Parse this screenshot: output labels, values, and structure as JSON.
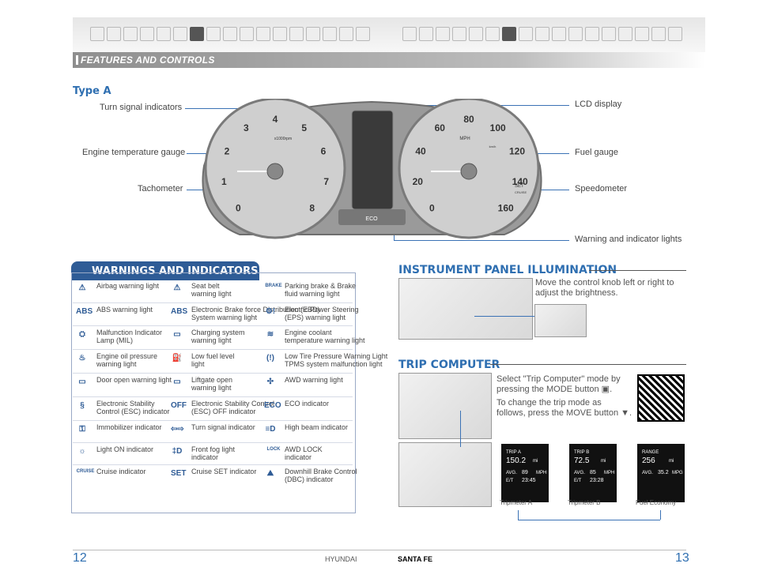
{
  "header": {
    "section": "FEATURES AND CONTROLS"
  },
  "diagram": {
    "type_label": "Type A",
    "callouts": {
      "turn_signal": "Turn signal indicators",
      "engine_temp": "Engine temperature gauge",
      "tachometer": "Tachometer",
      "lcd": "LCD display",
      "fuel": "Fuel gauge",
      "speedometer": "Speedometer",
      "warning_lights": "Warning and indicator lights"
    },
    "tach_ticks": [
      "0",
      "1",
      "2",
      "3",
      "4",
      "5",
      "6",
      "7",
      "8"
    ],
    "tach_unit": "x1000rpm",
    "speed_ticks": [
      "0",
      "20",
      "40",
      "60",
      "80",
      "100",
      "120",
      "140",
      "160"
    ],
    "speed_unit": "MPH",
    "speed_sub": "km/h",
    "speed_extra": [
      "SET",
      "CRUISE"
    ],
    "eco": "ECO"
  },
  "warnings": {
    "title": "WARNINGS AND INDICATORS",
    "items": [
      {
        "icon": "airbag-icon",
        "glyph": "⚠",
        "label": "Airbag warning light"
      },
      {
        "icon": "seatbelt-icon",
        "glyph": "⚠",
        "label": "Seat belt\nwarning light"
      },
      {
        "icon": "parking-brake-icon",
        "glyph": "BRAKE",
        "label": "Parking brake & Brake\nfluid warning light"
      },
      {
        "icon": "abs-icon",
        "glyph": "ABS",
        "label": "ABS warning light"
      },
      {
        "icon": "ebd-icon",
        "glyph": "ABS",
        "label": "Electronic Brake force Distribution (EBD)\nSystem warning light"
      },
      {
        "icon": "eps-icon",
        "glyph": "⚙!",
        "label": "Electric Power Steering\n(EPS) warning light"
      },
      {
        "icon": "engine-icon",
        "glyph": "⛭",
        "label": "Malfunction Indicator\nLamp (MIL)"
      },
      {
        "icon": "battery-icon",
        "glyph": "▭",
        "label": "Charging system\nwarning light"
      },
      {
        "icon": "coolant-icon",
        "glyph": "≋",
        "label": "Engine coolant\ntemperature warning light"
      },
      {
        "icon": "oil-icon",
        "glyph": "♨",
        "label": "Engine oil pressure\nwarning light"
      },
      {
        "icon": "fuel-icon",
        "glyph": "⛽",
        "label": "Low fuel level\nlight"
      },
      {
        "icon": "tpms-icon",
        "glyph": "(!)",
        "label": "Low Tire Pressure Warning Light\nTPMS system malfunction light"
      },
      {
        "icon": "door-icon",
        "glyph": "▭",
        "label": "Door open warning light"
      },
      {
        "icon": "liftgate-icon",
        "glyph": "▭",
        "label": "Liftgate open\nwarning light"
      },
      {
        "icon": "awd-icon",
        "glyph": "✣",
        "label": "AWD warning light"
      },
      {
        "icon": "esc-icon",
        "glyph": "§",
        "label": "Electronic Stability\nControl (ESC) indicator"
      },
      {
        "icon": "esc-off-icon",
        "glyph": "OFF",
        "label": "Electronic Stability Control\n(ESC) OFF indicator"
      },
      {
        "icon": "eco-icon",
        "glyph": "ECO",
        "label": "ECO indicator"
      },
      {
        "icon": "immobilizer-icon",
        "glyph": "⚿",
        "label": "Immobilizer indicator"
      },
      {
        "icon": "turn-signal-icon",
        "glyph": "⇦⇨",
        "label": "Turn signal indicator"
      },
      {
        "icon": "high-beam-icon",
        "glyph": "≡D",
        "label": "High beam indicator"
      },
      {
        "icon": "light-on-icon",
        "glyph": "☼",
        "label": "Light ON indicator"
      },
      {
        "icon": "front-fog-icon",
        "glyph": "‡D",
        "label": "Front fog light\nindicator"
      },
      {
        "icon": "awd-lock-icon",
        "glyph": "LOCK",
        "label": "AWD LOCK\nindicator"
      },
      {
        "icon": "cruise-icon",
        "glyph": "CRUISE",
        "label": "Cruise indicator"
      },
      {
        "icon": "cruise-set-icon",
        "glyph": "SET",
        "label": "Cruise SET indicator"
      },
      {
        "icon": "dbc-icon",
        "glyph": "⛰",
        "label": "Downhill Brake Control\n(DBC) indicator"
      }
    ]
  },
  "illumination": {
    "title": "INSTRUMENT PANEL ILLUMINATION",
    "text": "Move the control knob left or right to\nadjust the brightness."
  },
  "trip": {
    "title": "TRIP COMPUTER",
    "text1": "Select \"Trip Computer\" mode by\npressing the MODE button ▣.",
    "text2": "To change the trip mode as\nfollows, press the MOVE button ▼.",
    "screens": [
      {
        "caption": "Tripmeter A",
        "head": "TRIP A",
        "big": "150.2",
        "unit": "mi",
        "l1": "AVG.",
        "v1": "89",
        "u1": "MPH",
        "l2": "E/T",
        "v2": "23:45"
      },
      {
        "caption": "Tripmeter B",
        "head": "TRIP B",
        "big": "72.5",
        "unit": "mi",
        "l1": "AVG.",
        "v1": "85",
        "u1": "MPH",
        "l2": "E/T",
        "v2": "23:28"
      },
      {
        "caption": "Fuel Economy",
        "head": "RANGE",
        "big": "256",
        "unit": "mi",
        "l1": "AVG.",
        "v1": "35.2",
        "u1": "MPG",
        "l2": "",
        "v2": ""
      }
    ]
  },
  "footer": {
    "page_left": "12",
    "page_right": "13",
    "brand": "HYUNDAI",
    "model": "SANTA FE"
  },
  "colors": {
    "accent": "#2f6fb1",
    "tab": "#2f5c96",
    "gauge": "#c8c8c8"
  }
}
